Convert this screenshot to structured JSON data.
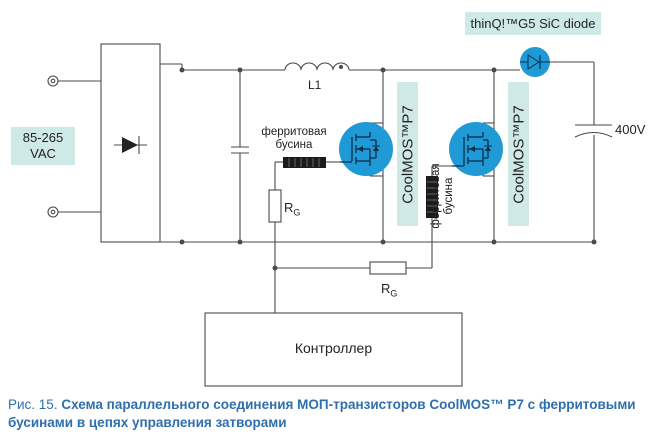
{
  "labels": {
    "input_voltage_line1": "85-265",
    "input_voltage_line2": "VAC",
    "inductor": "L1",
    "diode": "thinQ!™G5 SiC diode",
    "mosfet1": "CoolMOS™P7",
    "mosfet2": "CoolMOS™P7",
    "bead1_line1": "ферритовая",
    "bead1_line2": "бусина",
    "bead2_line1": "ферритовая",
    "bead2_line2": "бусина",
    "rg1_main": "R",
    "rg1_sub": "G",
    "rg2_main": "R",
    "rg2_sub": "G",
    "output_voltage": "400V",
    "controller": "Контроллер"
  },
  "caption": {
    "number": "Рис. 15.",
    "text": "Схема параллельного соединения МОП-транзисторов CoolMOS™ P7 с ферритовыми бусинами в цепях управления затворами"
  },
  "colors": {
    "wire": "#4a4a4a",
    "mosfet_fill": "#1f9ad6",
    "label_bg": "#cfe9e7",
    "caption": "#2f6fae"
  }
}
